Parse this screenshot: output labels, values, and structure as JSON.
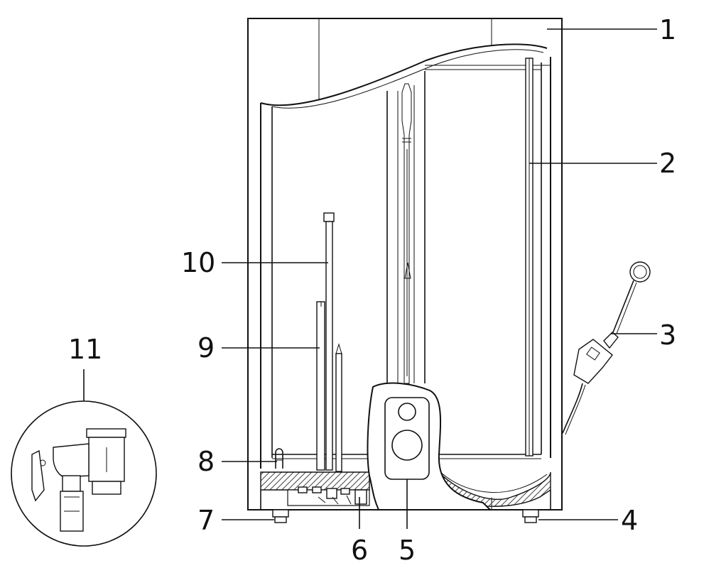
{
  "callouts": [
    {
      "id": "1",
      "text": "1"
    },
    {
      "id": "2",
      "text": "2"
    },
    {
      "id": "3",
      "text": "3"
    },
    {
      "id": "4",
      "text": "4"
    },
    {
      "id": "5",
      "text": "5"
    },
    {
      "id": "6",
      "text": "6"
    },
    {
      "id": "7",
      "text": "7"
    },
    {
      "id": "8",
      "text": "8"
    },
    {
      "id": "9",
      "text": "9"
    },
    {
      "id": "10",
      "text": "10"
    },
    {
      "id": "11",
      "text": "11"
    }
  ],
  "colors": {
    "line": "#111111",
    "background": "#ffffff",
    "hatch": "#444444"
  }
}
